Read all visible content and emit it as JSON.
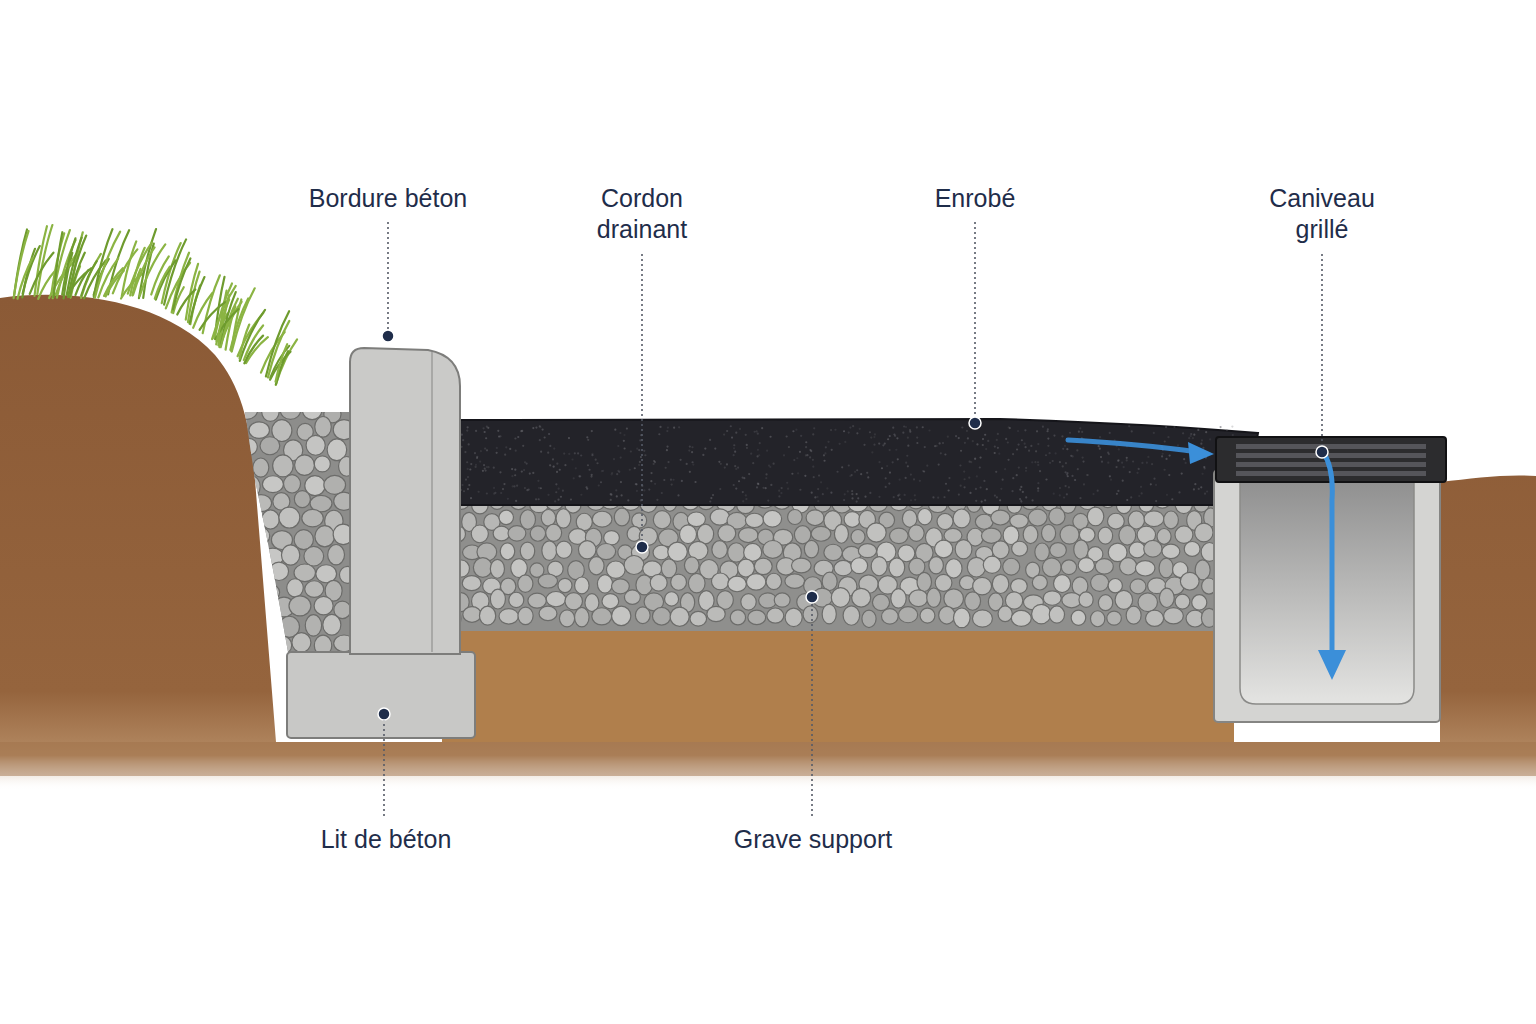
{
  "diagram": {
    "labels": [
      "Bordure béton",
      "Cordon drainant",
      "Enrobé",
      "Caniveau grillé",
      "Lit de béton",
      "Grave support"
    ]
  }
}
